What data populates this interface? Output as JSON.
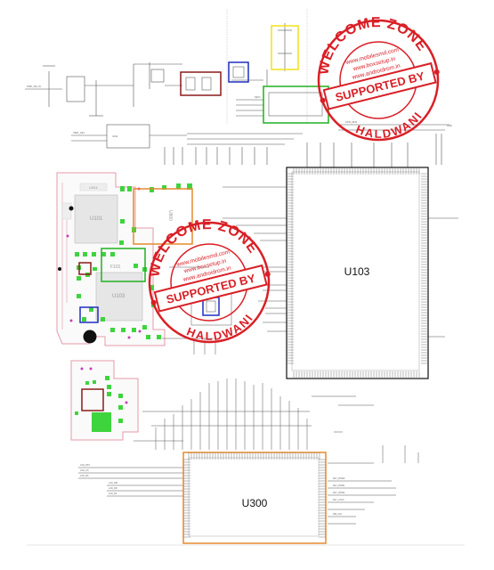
{
  "chips": {
    "u103": "U103",
    "u300": "U300",
    "u101": "U101",
    "u103_board": "U103",
    "u800": "U800",
    "f101": "F101",
    "pcb_u": "U904"
  },
  "watermark": {
    "top": "WELCOME ZONE",
    "middle": [
      "www.mobilesmd.com",
      "www.boxsetup.in",
      "www.androidrom.in"
    ],
    "banner": "SUPPORTED BY",
    "bottom": "HALDWANI"
  },
  "colors": {
    "yellow": "#f2e11a",
    "brown": "#8b1a1a",
    "blue": "#1f2fbf",
    "green": "#21b021",
    "orange": "#e58a2e",
    "black": "#111111",
    "pcb_pink": "#e79aaa",
    "pad_green": "#3ed43e",
    "stamp_red": "#d91f26"
  }
}
